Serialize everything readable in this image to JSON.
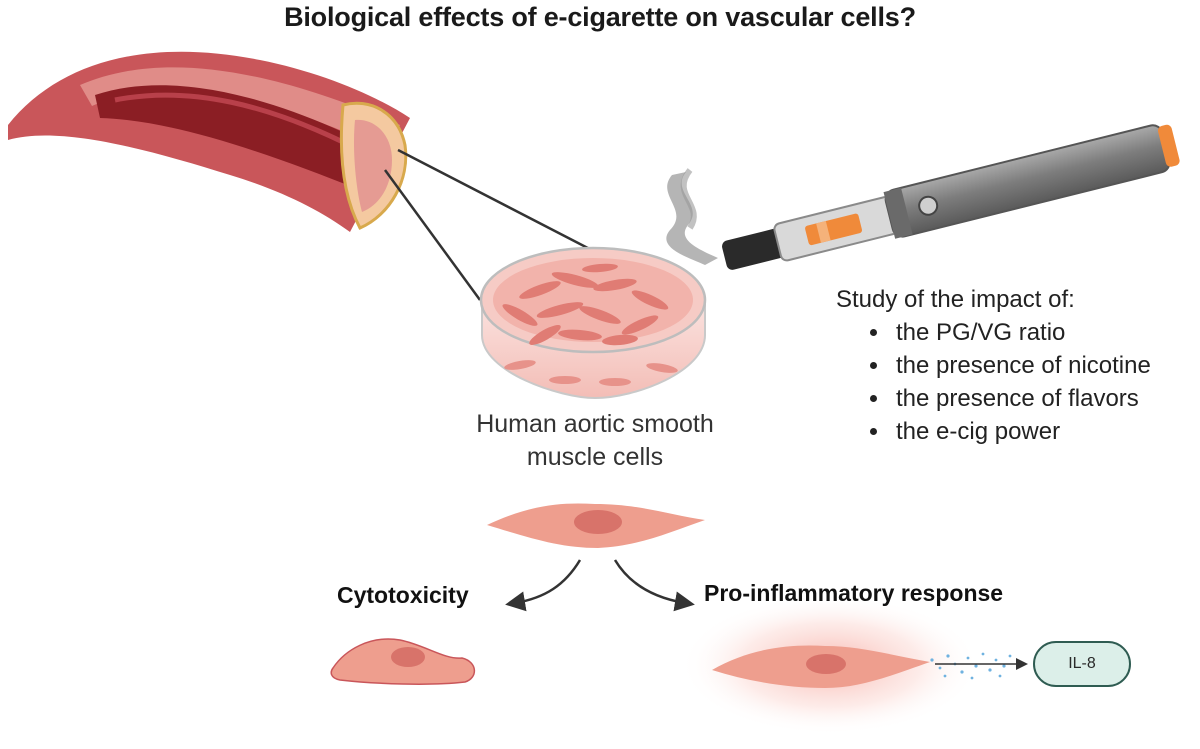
{
  "title": "Biological effects of e-cigarette on vascular cells?",
  "cells_caption": {
    "line1": "Human aortic smooth",
    "line2": "muscle cells"
  },
  "study": {
    "heading": "Study of the impact of:",
    "items": [
      "the PG/VG ratio",
      "the presence of nicotine",
      "the presence of flavors",
      "the e-cig power"
    ]
  },
  "outcomes": {
    "left_label": "Cytotoxicity",
    "right_label": "Pro-inflammatory response",
    "cytokine": "IL-8"
  },
  "colors": {
    "vessel_outer": "#c9565a",
    "vessel_lumen": "#8b1e24",
    "cell_fill": "#ee9e8e",
    "nucleus": "#d8736a",
    "ecig_orange": "#f08a3a",
    "il8_border": "#2f5c52",
    "il8_fill": "#dcefe9"
  }
}
